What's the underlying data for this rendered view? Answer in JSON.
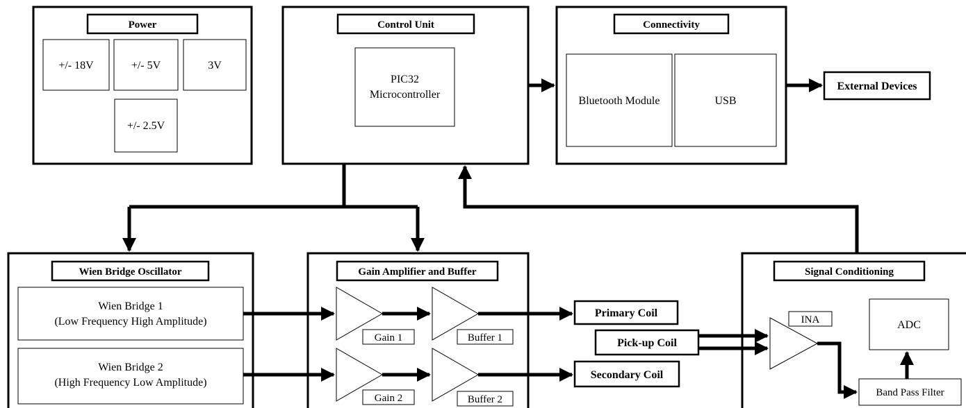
{
  "power": {
    "title": "Power",
    "rails": [
      "+/- 18V",
      "+/- 5V",
      "3V",
      "+/- 2.5V"
    ]
  },
  "control_unit": {
    "title": "Control Unit",
    "mcu_line1": "PIC32",
    "mcu_line2": "Microcontroller"
  },
  "connectivity": {
    "title": "Connectivity",
    "bluetooth": "Bluetooth Module",
    "usb": "USB"
  },
  "external_devices": "External Devices",
  "wien": {
    "title": "Wien Bridge Oscillator",
    "bridge1_line1": "Wien Bridge 1",
    "bridge1_line2": "(Low Frequency High Amplitude)",
    "bridge2_line1": "Wien Bridge 2",
    "bridge2_line2": "(High Frequency Low Amplitude)"
  },
  "gain_buffer": {
    "title": "Gain Amplifier and Buffer",
    "gain1": "Gain 1",
    "buffer1": "Buffer 1",
    "gain2": "Gain 2",
    "buffer2": "Buffer 2"
  },
  "coils": {
    "primary": "Primary Coil",
    "pickup": "Pick-up Coil",
    "secondary": "Secondary Coil"
  },
  "signal_conditioning": {
    "title": "Signal Conditioning",
    "ina": "INA",
    "adc": "ADC",
    "bpf": "Band Pass Filter"
  }
}
